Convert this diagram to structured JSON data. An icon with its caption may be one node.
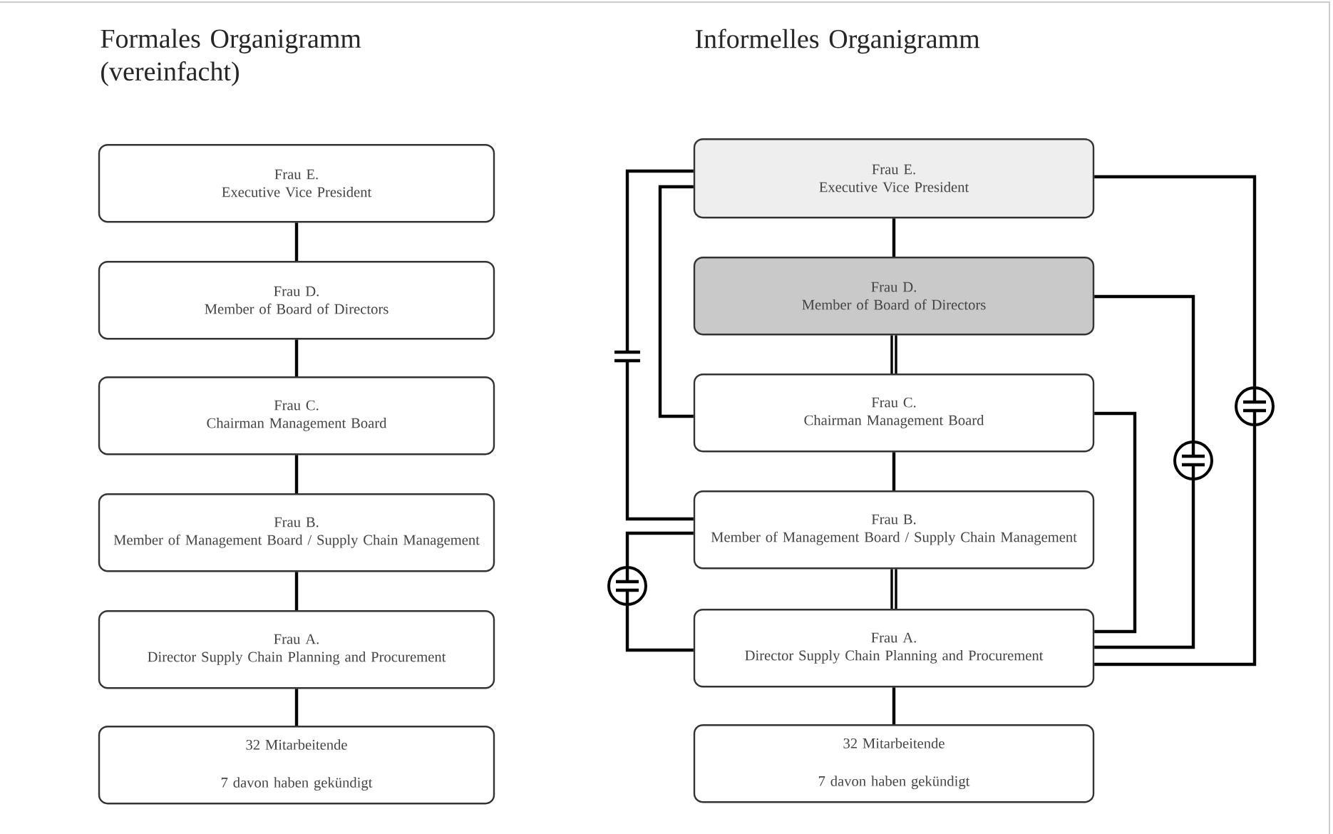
{
  "diagram": {
    "nodes": [
      {
        "text": [
          "Frau E.",
          "Executive Vice President"
        ]
      },
      {
        "text": [
          "Frau D.",
          "Member of Board of Directors"
        ]
      },
      {
        "text": [
          "Frau C.",
          "Chairman Management Board"
        ]
      },
      {
        "text": [
          "Frau B.",
          "Member of Management Board / Supply Chain Management"
        ]
      },
      {
        "text": [
          "Frau A.",
          "Director Supply Chain Planning and Procurement"
        ]
      },
      {
        "text": [
          "32 Mitarbeitende",
          "7 davon haben gekündigt"
        ]
      },
      {
        "text": [
          "Frau E.",
          "Executive Vice President"
        ]
      },
      {
        "text": [
          "Frau D.",
          "Member of Board of Directors"
        ]
      },
      {
        "text": [
          "Frau C.",
          "Chairman Management Board"
        ]
      },
      {
        "text": [
          "Frau B.",
          "Member of Management Board / Supply Chain Management"
        ]
      },
      {
        "text": [
          "Frau A.",
          "Director Supply Chain Planning and Procurement"
        ]
      },
      {
        "text": [
          "32 Mitarbeitende",
          "7 davon haben gekündigt"
        ]
      }
    ],
    "edges": [
      {
        "from": 0,
        "to": 1,
        "arrow": "none"
      },
      {
        "from": 1,
        "to": 2,
        "arrow": "none"
      },
      {
        "from": 2,
        "to": 3,
        "arrow": "none"
      },
      {
        "from": 3,
        "to": 4,
        "arrow": "none"
      },
      {
        "from": 4,
        "to": 5,
        "arrow": "none"
      },
      {
        "from": 6,
        "to": 7,
        "arrow": "none"
      },
      {
        "from": 7,
        "to": 8,
        "arrow": "none",
        "style": "thick"
      },
      {
        "from": 8,
        "to": 9,
        "arrow": "none"
      },
      {
        "from": 9,
        "to": 10,
        "arrow": "none",
        "style": "thick"
      },
      {
        "from": 10,
        "to": 11,
        "arrow": "none"
      },
      {
        "from": 6,
        "to": 9,
        "arrow": "none"
      },
      {
        "from": 6,
        "to": 8,
        "arrow": "none"
      },
      {
        "from": 9,
        "to": 10,
        "arrow": "none"
      },
      {
        "from": 6,
        "to": 10,
        "arrow": "none"
      },
      {
        "from": 7,
        "to": 10,
        "arrow": "none"
      },
      {
        "from": 8,
        "to": 10,
        "arrow": "none"
      }
    ],
    "labels": [
      "Formales Organigramm (vereinfacht)",
      "Informelles Organigramm"
    ]
  }
}
